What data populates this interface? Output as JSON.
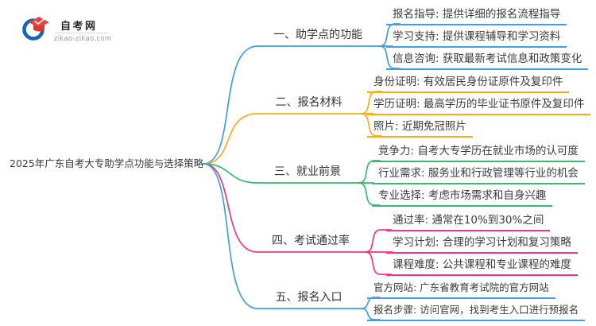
{
  "logo": {
    "site_name": "自考网",
    "site_url": "zikao-zikao.com"
  },
  "mindmap": {
    "root": "2025年广东自考大专助学点功能与选择策略",
    "branches": [
      {
        "label": "一、助学点的功能",
        "color": "#3F9EE8",
        "children": [
          "报名指导: 提供详细的报名流程指导",
          "学习支持: 提供课程辅导和学习资料",
          "信息咨询: 获取最新考试信息和政策变化"
        ]
      },
      {
        "label": "二、报名材料",
        "color": "#F9AB1D",
        "children": [
          "身份证明: 有效居民身份证原件及复印件",
          "学历证明: 最高学历的毕业证书原件及复印件",
          "照片: 近期免冠照片"
        ]
      },
      {
        "label": "三、就业前景",
        "color": "#2FBE6D",
        "children": [
          "竞争力: 自考大专学历在就业市场的认可度",
          "行业需求: 服务业和行政管理等行业的机会",
          "专业选择: 考虑市场需求和自身兴趣"
        ]
      },
      {
        "label": "四、考试通过率",
        "color": "#F2357F",
        "children": [
          "通过率: 通常在10%到30%之间",
          "学习计划: 合理的学习计划和复习策略",
          "课程难度: 公共课程和专业课程的难度"
        ]
      },
      {
        "label": "五、报名入口",
        "color": "#3F9EE8",
        "children": [
          "官方网站: 广东省教育考试院的官方网站",
          "报名步骤: 访问官网，找到考生入口进行预报名"
        ]
      }
    ]
  },
  "colors": {
    "branch_blue": "#3F9EE8",
    "branch_orange": "#F9AB1D",
    "branch_green": "#2FBE6D",
    "branch_pink": "#F2357F",
    "logo_blue": "#1766AE",
    "logo_red": "#E5433B"
  }
}
